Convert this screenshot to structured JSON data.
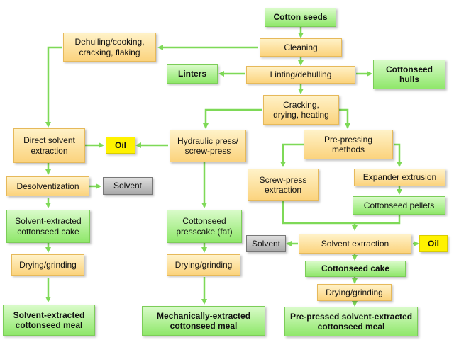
{
  "nodes": {
    "cotton_seeds": "Cotton seeds",
    "cleaning": "Cleaning",
    "dehulling_cooking": "Dehulling/cooking,\ncracking, flaking",
    "linters": "Linters",
    "linting_dehulling": "Linting/dehulling",
    "cottonseed_hulls": "Cottonseed\nhulls",
    "cracking_drying_heating": "Cracking,\ndrying, heating",
    "direct_solvent_extraction": "Direct solvent\nextraction",
    "oil_left": "Oil",
    "hydraulic_press": "Hydraulic press/\nscrew-press",
    "pre_pressing_methods": "Pre-pressing\nmethods",
    "desolventization": "Desolventization",
    "solvent_left": "Solvent",
    "screw_press_extraction": "Screw-press\nextraction",
    "expander_extrusion": "Expander extrusion",
    "cottonseed_pellets": "Cottonseed pellets",
    "solvent_extracted_cake": "Solvent-extracted\ncottonseed cake",
    "cottonseed_presscake": "Cottonseed\npresscake (fat)",
    "solvent_right": "Solvent",
    "solvent_extraction": "Solvent extraction",
    "oil_right": "Oil",
    "cottonseed_cake": "Cottonseed cake",
    "drying_grinding_left": "Drying/grinding",
    "drying_grinding_mid": "Drying/grinding",
    "drying_grinding_right": "Drying/grinding",
    "solvent_extracted_meal": "Solvent-extracted\ncottonseed meal",
    "mechanically_extracted_meal": "Mechanically-extracted\ncottonseed meal",
    "pre_pressed_meal": "Pre-pressed solvent-extracted\ncottonseed meal"
  }
}
